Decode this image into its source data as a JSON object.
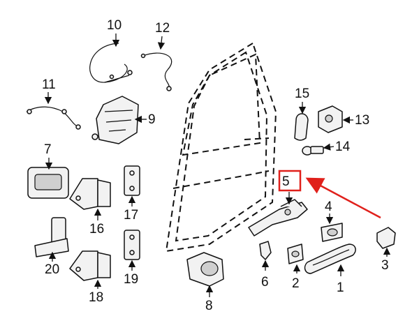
{
  "callouts": {
    "c1": "1",
    "c2": "2",
    "c3": "3",
    "c4": "4",
    "c5": "5",
    "c6": "6",
    "c7": "7",
    "c8": "8",
    "c9": "9",
    "c10": "10",
    "c11": "11",
    "c12": "12",
    "c13": "13",
    "c14": "14",
    "c15": "15",
    "c16": "16",
    "c17": "17",
    "c18": "18",
    "c19": "19",
    "c20": "20"
  },
  "colors": {
    "highlight": "#e0201b",
    "ink": "#111111"
  }
}
